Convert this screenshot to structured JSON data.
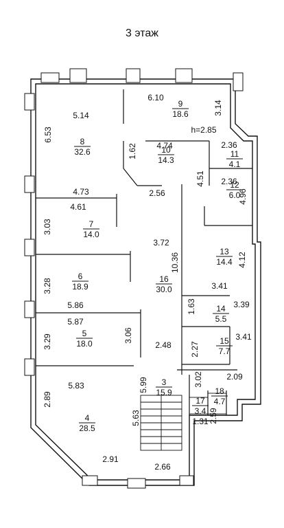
{
  "title": "3 этаж",
  "height_note": "h=2.85",
  "rooms": [
    {
      "num": "8",
      "area": "32.6"
    },
    {
      "num": "9",
      "area": "18.6"
    },
    {
      "num": "10",
      "area": "14.3"
    },
    {
      "num": "11",
      "area": "4.1"
    },
    {
      "num": "12",
      "area": "6.0"
    },
    {
      "num": "7",
      "area": "14.0"
    },
    {
      "num": "13",
      "area": "14.4"
    },
    {
      "num": "6",
      "area": "18.9"
    },
    {
      "num": "16",
      "area": "30.0"
    },
    {
      "num": "14",
      "area": "5.5"
    },
    {
      "num": "5",
      "area": "18.0"
    },
    {
      "num": "15",
      "area": "7.7"
    },
    {
      "num": "3",
      "area": "15.9"
    },
    {
      "num": "17",
      "area": "3.4"
    },
    {
      "num": "18",
      "area": "4.7"
    },
    {
      "num": "4",
      "area": "28.5"
    },
    {
      "num": "",
      "area": "1.31"
    }
  ],
  "dimensions": [
    "5.14",
    "6.53",
    "6.10",
    "3.14",
    "1.62",
    "4.74",
    "2.36",
    "4.51",
    "2.36",
    "4.96",
    "4.73",
    "2.56",
    "4.61",
    "3.03",
    "3.72",
    "4.12",
    "10.36",
    "3.28",
    "3.41",
    "5.86",
    "1.63",
    "3.39",
    "5.87",
    "3.06",
    "3.41",
    "3.29",
    "2.48",
    "2.27",
    "3.02",
    "2.09",
    "5.83",
    "5.99",
    "2.89",
    "5.63",
    "2.59",
    "2.91",
    "2.66"
  ]
}
